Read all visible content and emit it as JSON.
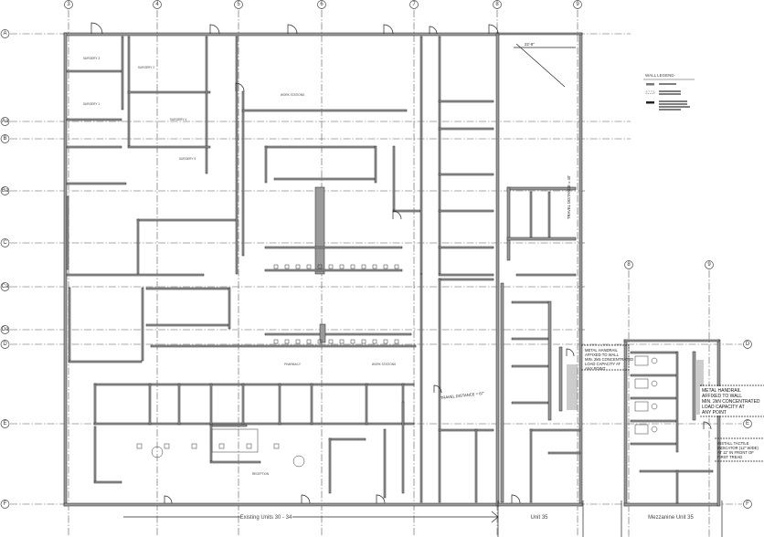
{
  "drawing": {
    "column_grid": [
      "3",
      "4",
      "5",
      "6",
      "7",
      "8",
      "9"
    ],
    "mezzanine_grid": [
      "8",
      "9"
    ],
    "row_grid": [
      "A",
      "Aa",
      "B",
      "Ba",
      "C",
      "Ca",
      "Da",
      "D",
      "E",
      "F"
    ],
    "wall_legend_title": "WALL LEGEND",
    "rooms": [
      "SURGERY 3",
      "SURGERY 2",
      "SURGERY 1",
      "SURGERY 4",
      "SURGERY 5",
      "WORK STATIONS",
      "PHARMACY",
      "WORK STATIONS",
      "RECEPTION"
    ],
    "notes": {
      "handrail_1": [
        "METAL HANDRAIL",
        "AFFIXED TO WALL",
        "MIN. 2kN CONCENTRATED",
        "LOAD CAPACITY AT",
        "ANY POINT"
      ],
      "handrail_2": [
        "METAL HANDRAIL",
        "AFFIXED TO WALL",
        "MIN. 2kN CONCENTRATED",
        "LOAD CAPACITY AT",
        "ANY POINT"
      ],
      "tactile": [
        "INSTALL TACTILE",
        "INDICATOR (12\" WIDE)",
        "AT 11\" IN FRONT OF",
        "FIRST TREAD"
      ],
      "travel_1": "TRAVEL DISTANCE = 87'",
      "travel_2": "TRAVEL DISTANCE = 40'",
      "dim_top": "22'-8\""
    },
    "zones": {
      "existing": "Existing Units 30 - 34",
      "unit35": "Unit 35",
      "mezzanine": "Mezzanine Unit 35"
    }
  }
}
